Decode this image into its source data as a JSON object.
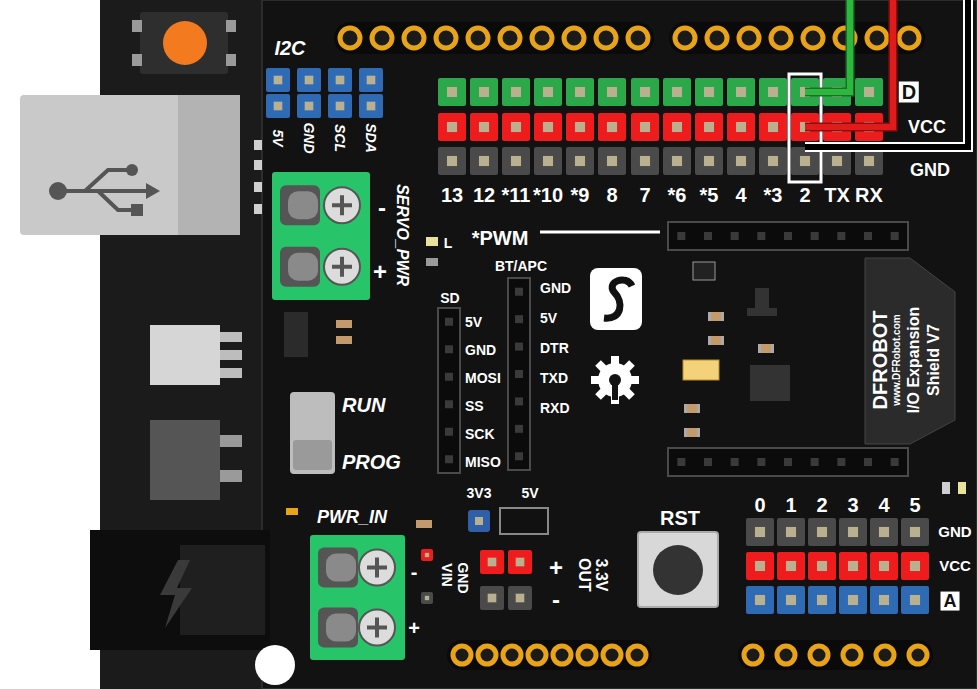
{
  "diagram": {
    "labels": [
      "I2C",
      "5V",
      "GND",
      "SCL",
      "SDA",
      "SERVO_PWR",
      "-",
      "+",
      "13",
      "12",
      "*11",
      "*10",
      "*9",
      "8",
      "7",
      "*6",
      "*5",
      "4",
      "*3",
      "2",
      "TX",
      "RX",
      "D",
      "VCC",
      "GND",
      "L",
      "*PWM",
      "BT/APC",
      "GND",
      "5V",
      "DTR",
      "TXD",
      "RXD",
      "SD",
      "5V",
      "GND",
      "MOSI",
      "SS",
      "SCK",
      "MISO",
      "RUN",
      "PROG",
      "DFROBOT",
      "www.DFRobot.com",
      "I/O Expansion",
      "Shield V7",
      "PWR_IN",
      "3V3",
      "5V",
      "VIN",
      "GND",
      "-",
      "+",
      "+",
      "-",
      "3.3V OUT",
      "RST",
      "0",
      "1",
      "2",
      "3",
      "4",
      "5",
      "GND",
      "VCC",
      "A"
    ]
  }
}
